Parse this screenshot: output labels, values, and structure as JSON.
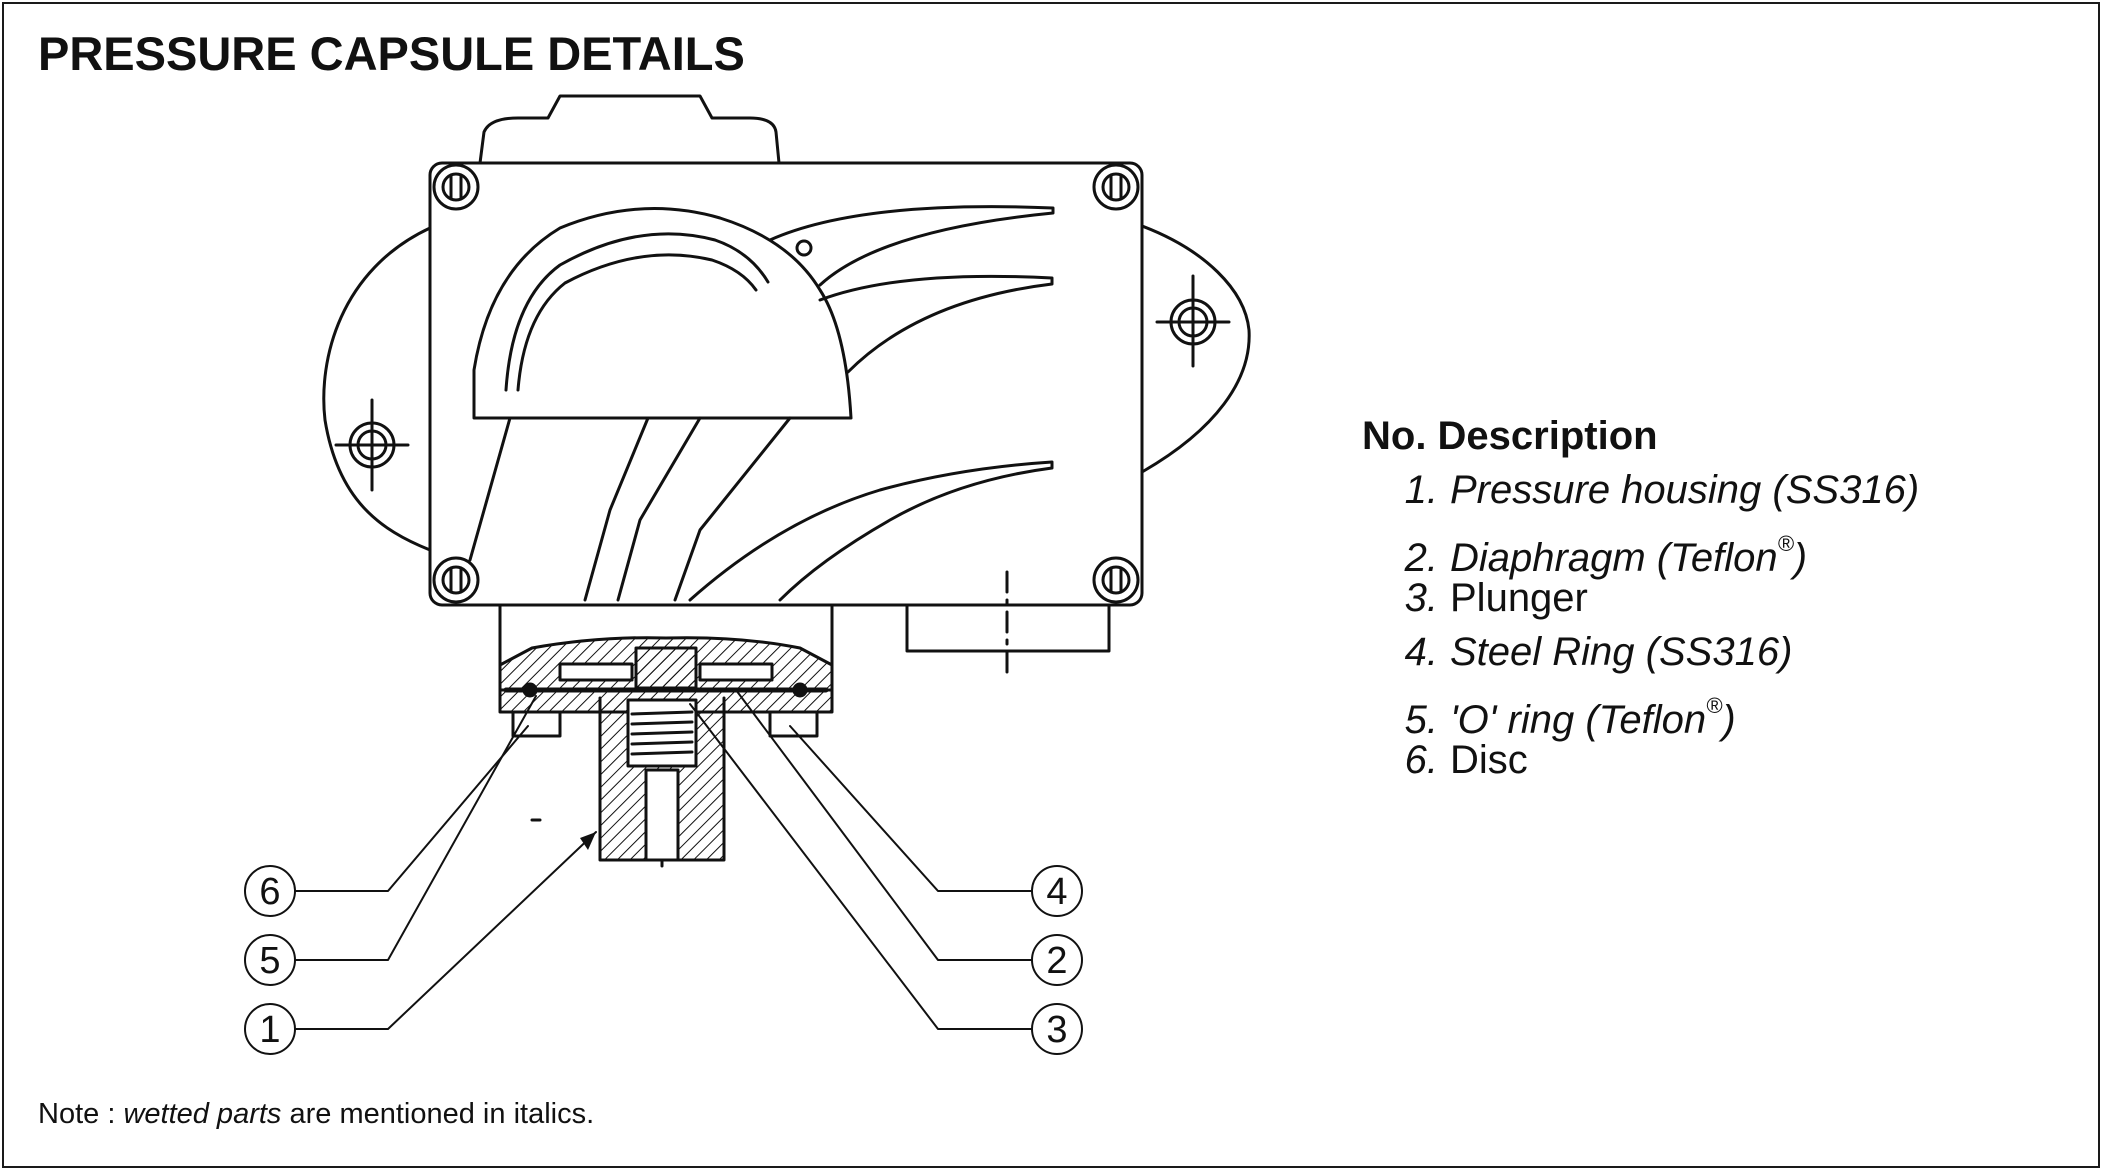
{
  "title": "PRESSURE CAPSULE DETAILS",
  "legend": {
    "header": "No. Description",
    "items": [
      {
        "num": "1.",
        "text": "Pressure housing (SS316)",
        "reg": false,
        "tail": "",
        "wetted": true
      },
      {
        "num": "2.",
        "text": "Diaphragm (Teflon",
        "reg": true,
        "tail": ")",
        "wetted": true
      },
      {
        "num": "3.",
        "text": "Plunger",
        "reg": false,
        "tail": "",
        "wetted": false
      },
      {
        "num": "4.",
        "text": "Steel Ring (SS316)",
        "reg": false,
        "tail": "",
        "wetted": true
      },
      {
        "num": "5.",
        "text": "'O' ring (Teflon",
        "reg": true,
        "tail": ")",
        "wetted": true
      },
      {
        "num": "6.",
        "text": "Disc",
        "reg": false,
        "tail": "",
        "wetted": false
      }
    ],
    "reg_symbol": "®"
  },
  "callouts": {
    "left": [
      "6",
      "5",
      "1"
    ],
    "right": [
      "4",
      "2",
      "3"
    ]
  },
  "note": {
    "prefix": "Note : ",
    "emphasis": "wetted parts",
    "suffix": " are mentioned in italics."
  }
}
